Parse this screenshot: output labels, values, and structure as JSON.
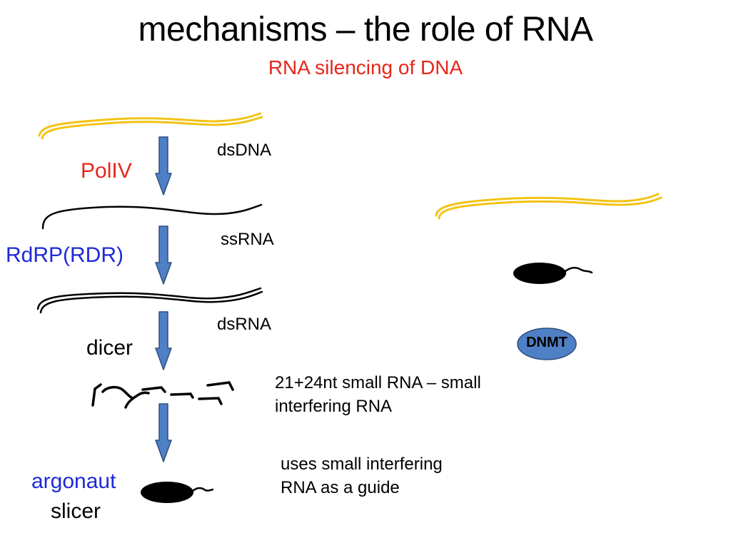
{
  "slide": {
    "title": "mechanisms – the role of RNA",
    "subtitle": "RNA silencing of DNA"
  },
  "enzymes": {
    "pol4": "PolIV",
    "rdrp": "RdRP(RDR)",
    "dicer": "dicer",
    "argonaut": "argonaut",
    "slicer": "slicer",
    "dnmt": "DNMT"
  },
  "molecules": {
    "dsdna": "dsDNA",
    "ssrna": "ssRNA",
    "dsrna": "dsRNA"
  },
  "descriptions": {
    "small_rna": "21+24nt small RNA – small interfering RNA",
    "guide": "uses small interfering RNA as a guide"
  },
  "colors": {
    "dna_strand": "#f2c316",
    "arrow_fill": "#4f7fc4",
    "arrow_stroke": "#2f4f7f",
    "dnmt_fill": "#4f7fc4",
    "title_red": "#e8261a",
    "enzyme_blue": "#1e2ad8"
  }
}
